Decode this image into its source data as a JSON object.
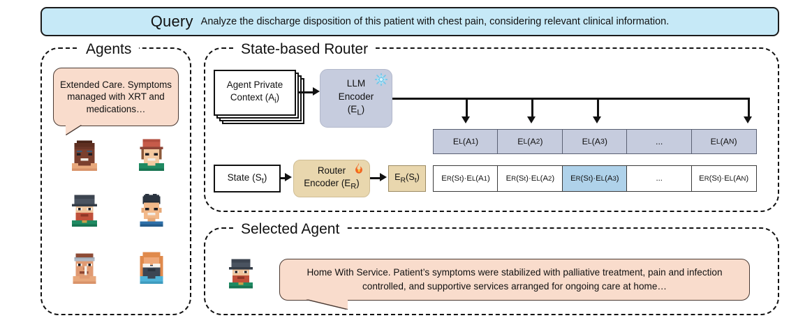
{
  "query": {
    "label": "Query",
    "text": "Analyze the discharge disposition of this patient with chest pain, considering relevant clinical information."
  },
  "panels": {
    "agents_title": "Agents",
    "router_title": "State-based Router",
    "selected_title": "Selected Agent"
  },
  "agents": {
    "bubble_text": "Extended Care. Symptoms managed with XRT and medications…",
    "avatars": [
      {
        "name": "agent-avatar-1",
        "skin": "#7B3F2E",
        "skin_shadow": "#5E2E20",
        "hair": "#4A2318",
        "shirt": "#E8A87C",
        "accent": "#3A5A78",
        "style": "bald-dark"
      },
      {
        "name": "agent-avatar-2",
        "skin": "#F3C9A0",
        "skin_shadow": "#D9A67B",
        "hair": "#8D5A3B",
        "shirt": "#1F8A62",
        "accent": "#C75B4A",
        "style": "red-cap"
      },
      {
        "name": "agent-avatar-3",
        "skin": "#F0C49B",
        "skin_shadow": "#D6A175",
        "hair": "#4A5360",
        "shirt": "#1F8A62",
        "accent": "#C0503A",
        "style": "gray-cap-beard"
      },
      {
        "name": "agent-avatar-4",
        "skin": "#F2B98A",
        "skin_shadow": "#D79765",
        "hair": "#2B3440",
        "shirt": "#2D6FA8",
        "accent": "#2B3440",
        "style": "dark-curly"
      },
      {
        "name": "agent-avatar-5",
        "skin": "#E09A72",
        "skin_shadow": "#C4805C",
        "hair": "#8D4B35",
        "shirt": "#E8A87C",
        "accent": "#AEB8C4",
        "style": "headband"
      },
      {
        "name": "agent-avatar-6",
        "skin": "#EFA878",
        "skin_shadow": "#D38C5E",
        "hair": "#E08A4C",
        "shirt": "#4FB3D9",
        "accent": "#3C4654",
        "style": "long-hair-glasses"
      }
    ]
  },
  "router": {
    "agent_context": {
      "label": "Agent Private Context (A",
      "subscript": "i",
      "label_suffix": ")"
    },
    "llm_encoder": {
      "line1": "LLM",
      "line2": "Encoder",
      "line3_pre": "(E",
      "line3_sub": "L",
      "line3_post": ")",
      "icon": "snowflake-icon",
      "icon_meaning": "frozen"
    },
    "state": {
      "label_pre": "State (S",
      "label_sub": "t",
      "label_post": ")"
    },
    "router_encoder": {
      "line1": "Router",
      "line2_pre": "Encoder (E",
      "line2_sub": "R",
      "line2_post": ")",
      "icon": "fire-icon",
      "icon_meaning": "trainable"
    },
    "ers_box": {
      "pre": "E",
      "sub1": "R",
      "mid": "(S",
      "sub2": "t",
      "post": ")"
    },
    "embedding_cells": [
      {
        "text": "E_L(A_1)",
        "ellipsis": false,
        "has_arrow": true
      },
      {
        "text": "E_L(A_2)",
        "ellipsis": false,
        "has_arrow": true
      },
      {
        "text": "E_L(A_3)",
        "ellipsis": false,
        "has_arrow": true
      },
      {
        "text": "...",
        "ellipsis": true,
        "has_arrow": false
      },
      {
        "text": "E_L(A_N)",
        "ellipsis": false,
        "has_arrow": true
      }
    ],
    "score_cells": [
      {
        "text": "E_R(S_t)·E_L(A_1)",
        "ellipsis": false,
        "highlighted": false
      },
      {
        "text": "E_R(S_t)·E_L(A_2)",
        "ellipsis": false,
        "highlighted": false
      },
      {
        "text": "E_R(S_t)·E_L(A_3)",
        "ellipsis": false,
        "highlighted": true
      },
      {
        "text": "...",
        "ellipsis": true,
        "highlighted": false
      },
      {
        "text": "E_R(S_t)·E_L(A_N)",
        "ellipsis": false,
        "highlighted": false
      }
    ]
  },
  "selected_agent": {
    "bubble_text": "Home With Service. Patient’s symptoms were stabilized with palliative treatment, pain and infection controlled, and supportive services arranged for ongoing care at home…",
    "avatar_name": "selected-agent-avatar"
  },
  "colors": {
    "query_banner": "#C6E9F7",
    "bubble": "#F9DCCC",
    "llm_encoder": "#C6CCDE",
    "router_encoder": "#E9D7AE",
    "embedding_cell": "#C6CCDE",
    "score_cell": "#FFFFFF",
    "score_cell_highlight": "#AFD2EA",
    "outline": "#111111"
  }
}
